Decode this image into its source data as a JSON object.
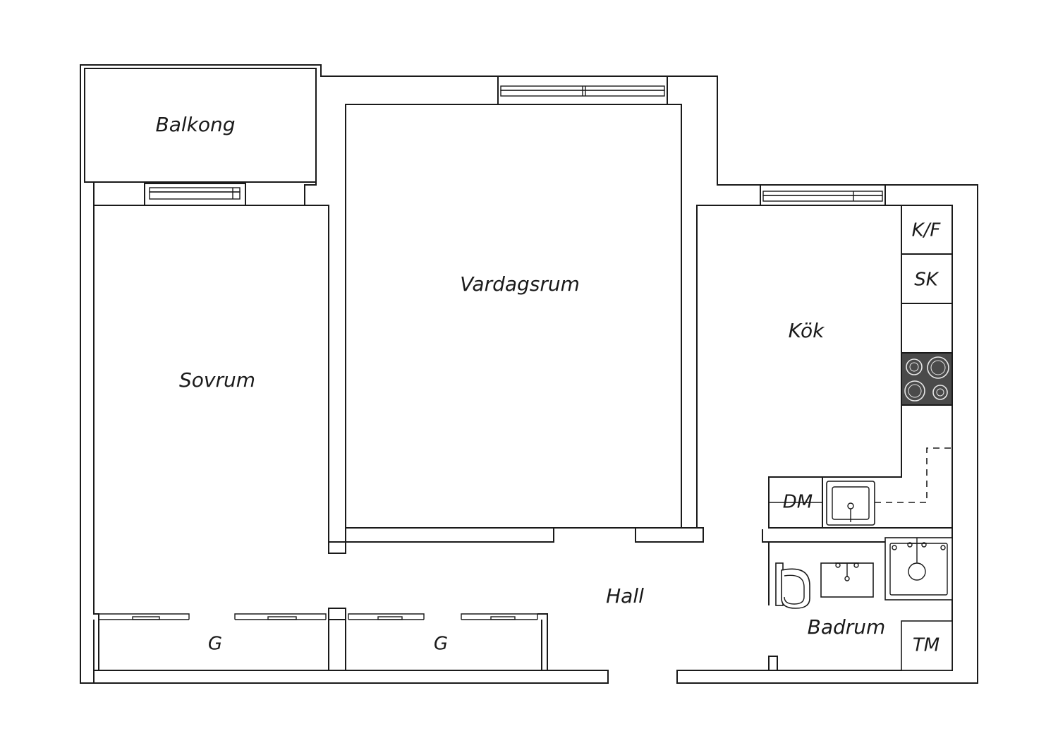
{
  "floorplan": {
    "rooms": {
      "balcony": "Balkong",
      "living_room": "Vardagsrum",
      "bedroom": "Sovrum",
      "kitchen": "Kök",
      "hall": "Hall",
      "bathroom": "Badrum",
      "closet_1": "G",
      "closet_2": "G"
    },
    "appliances": {
      "fridge_freezer": "K/F",
      "cabinet": "SK",
      "dishwasher": "DM",
      "washing_machine": "TM"
    },
    "colors": {
      "line": "#1a1a1a",
      "background": "#ffffff",
      "stove": "#4a4a4a"
    },
    "icons": [
      "stove-icon",
      "kitchen-sink-icon",
      "toilet-icon",
      "bathroom-sink-icon",
      "shower-icon"
    ]
  }
}
